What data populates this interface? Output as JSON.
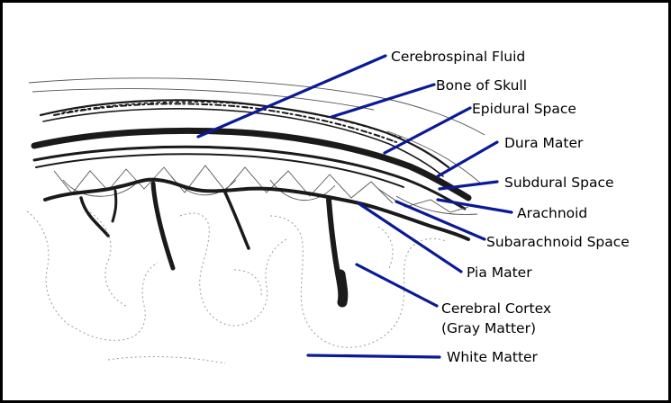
{
  "labels": {
    "csf": "Cerebrospinal Fluid",
    "bone": "Bone of Skull",
    "epidural": "Epidural Space",
    "dura": "Dura Mater",
    "subdural": "Subdural Space",
    "arachnoid": "Arachnoid",
    "subarachnoid": "Subarachnoid Space",
    "pia": "Pia Mater",
    "cortex_line1": "Cerebral Cortex",
    "cortex_line2": "(Gray Matter)",
    "white": "White Matter"
  },
  "colors": {
    "leader": "#0a1a96",
    "frame": "#000000",
    "background": "#ffffff"
  }
}
